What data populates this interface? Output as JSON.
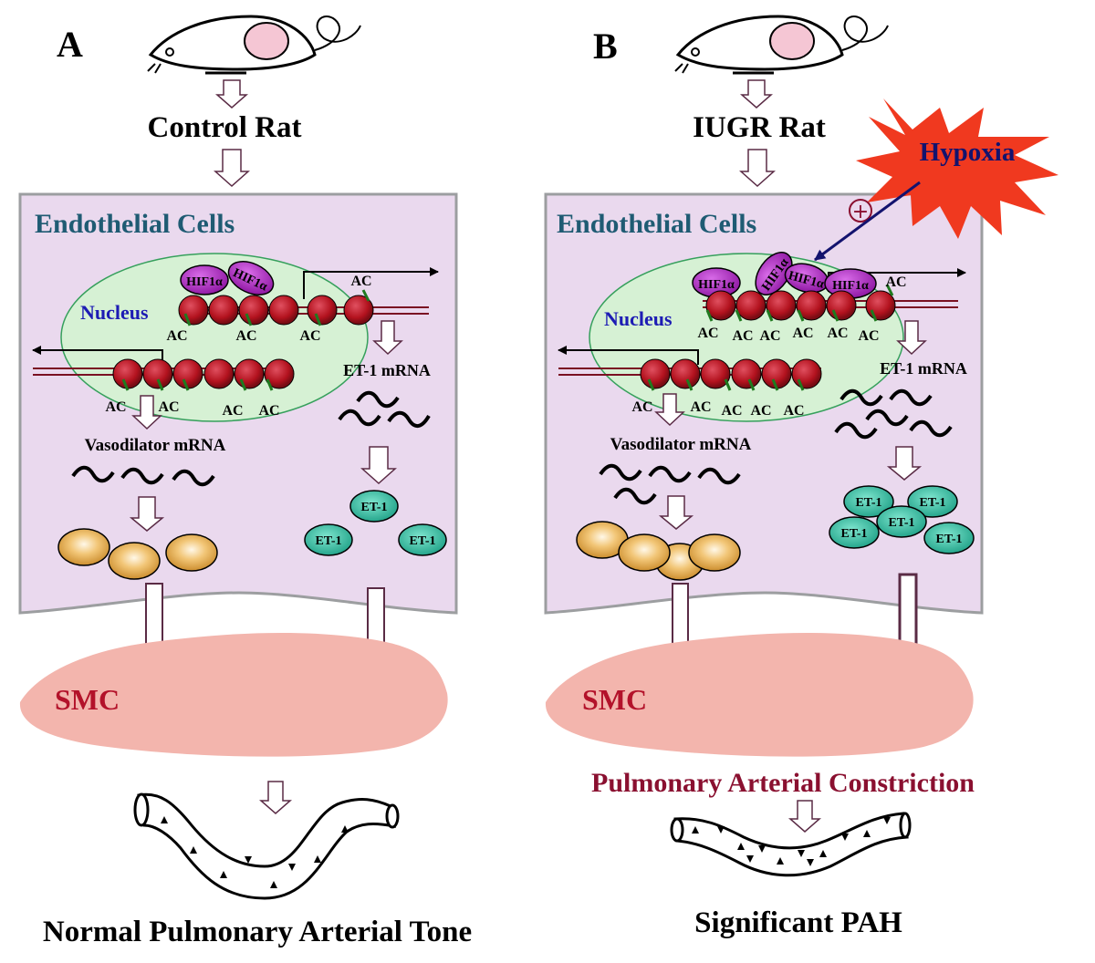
{
  "panels": {
    "a": {
      "letter": "A",
      "rat": "Control Rat",
      "endothelial": "Endothelial Cells",
      "nucleus": "Nucleus",
      "hif1": "HIF1α",
      "ac": "AC",
      "et1_mrna": "ET-1 mRNA",
      "vasodilator_mrna": "Vasodilator mRNA",
      "et1": "ET-1",
      "smc": "SMC",
      "outcome": "Normal Pulmonary Arterial Tone"
    },
    "b": {
      "letter": "B",
      "rat": "IUGR Rat",
      "hypoxia": "Hypoxia",
      "plus": "+",
      "endothelial": "Endothelial Cells",
      "nucleus": "Nucleus",
      "hif1": "HIF1α",
      "ac": "AC",
      "et1_mrna": "ET-1 mRNA",
      "vasodilator_mrna": "Vasodilator mRNA",
      "et1": "ET-1",
      "smc": "SMC",
      "constriction": "Pulmonary Arterial Constriction",
      "outcome": "Significant PAH"
    }
  },
  "colors": {
    "cell_fill": "#ead9ee",
    "nucleus_fill": "#d6f1d4",
    "nucleosome": "#b3121e",
    "hif": "#a01fb5",
    "et1": "#27b89a",
    "vasodilator": "#e3a640",
    "smc": "#f3b5ad",
    "hypoxia": "#f0391f",
    "endothelial_text": "#1f5b73",
    "nucleus_text": "#1d1cb4",
    "smc_text": "#b3122a",
    "arrow_stroke": "#5a2b45"
  }
}
